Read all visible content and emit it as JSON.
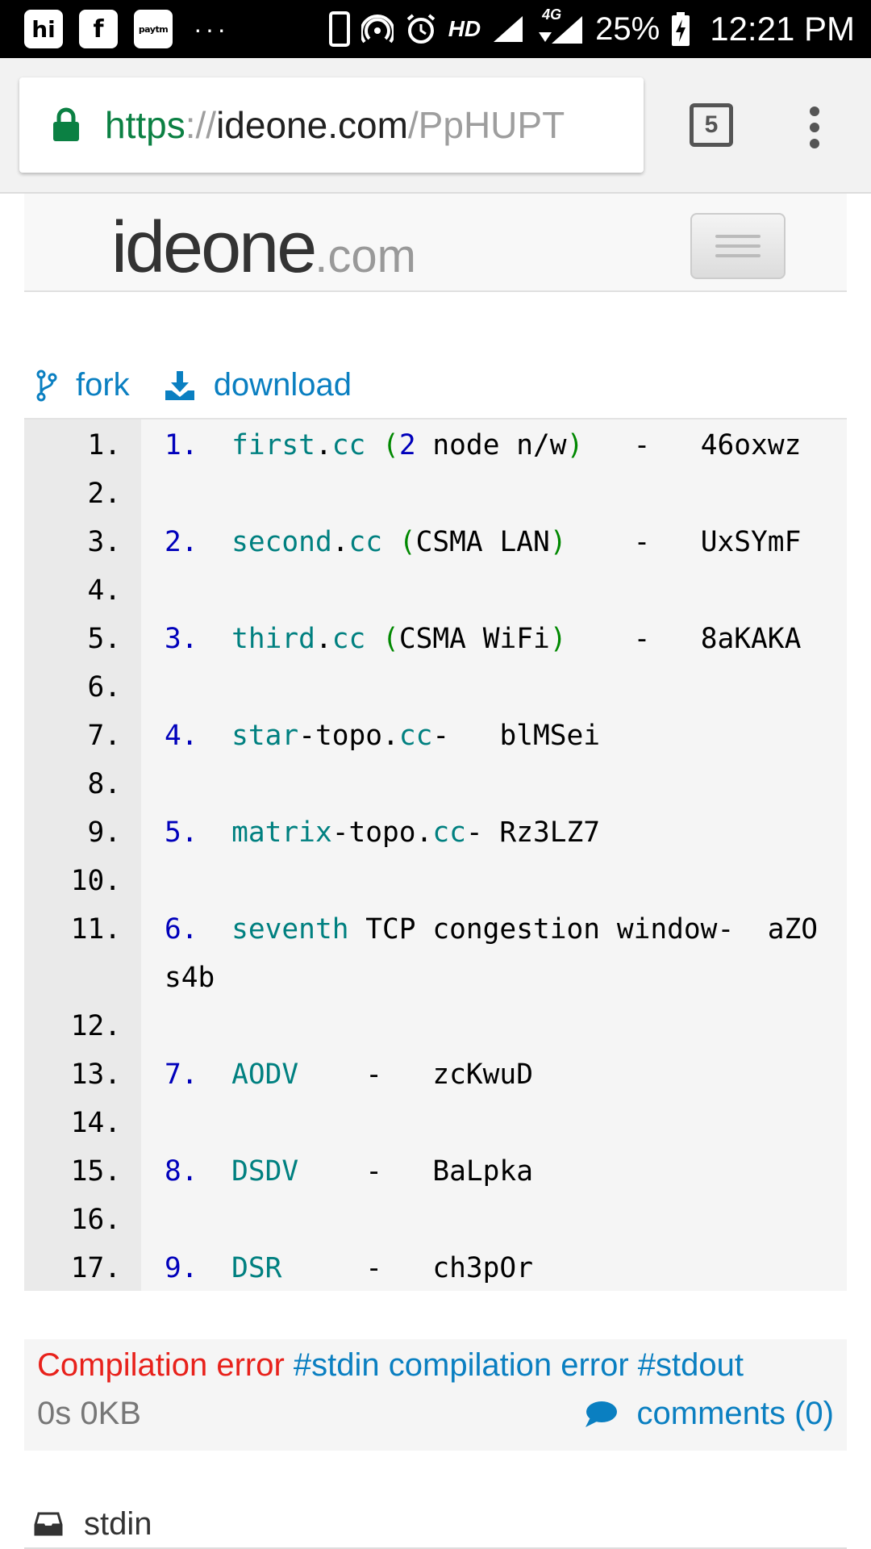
{
  "status_bar": {
    "apps": [
      {
        "icon": "hike-app-icon",
        "glyph": "hi"
      },
      {
        "icon": "flipkart-app-icon",
        "glyph": "f"
      },
      {
        "icon": "paytm-app-icon",
        "glyph": "paytm"
      }
    ],
    "more": "···",
    "network": "HD",
    "signal_label": "4G",
    "battery": "25%",
    "time": "12:21 PM"
  },
  "browser": {
    "url_scheme": "https",
    "url_sep": "://",
    "url_host": "ideone.com",
    "url_path": "/PpHUPT",
    "tab_count": "5"
  },
  "site": {
    "logo_main": "ideone",
    "logo_tld": ".com"
  },
  "actions": {
    "fork": "fork",
    "download": "download"
  },
  "code": {
    "lines": [
      {
        "ln": "1.",
        "tokens": [
          {
            "t": "1.",
            "c": "num"
          },
          {
            "t": "  ",
            "c": "plain"
          },
          {
            "t": "first",
            "c": "id"
          },
          {
            "t": ".",
            "c": "plain"
          },
          {
            "t": "cc",
            "c": "id"
          },
          {
            "t": " ",
            "c": "plain"
          },
          {
            "t": "(",
            "c": "paren"
          },
          {
            "t": "2",
            "c": "num"
          },
          {
            "t": " node n/w",
            "c": "plain"
          },
          {
            "t": ")",
            "c": "paren"
          },
          {
            "t": "   -   46oxwz",
            "c": "plain"
          }
        ]
      },
      {
        "ln": "2.",
        "tokens": []
      },
      {
        "ln": "3.",
        "tokens": [
          {
            "t": "2.",
            "c": "num"
          },
          {
            "t": "  ",
            "c": "plain"
          },
          {
            "t": "second",
            "c": "id"
          },
          {
            "t": ".",
            "c": "plain"
          },
          {
            "t": "cc",
            "c": "id"
          },
          {
            "t": " ",
            "c": "plain"
          },
          {
            "t": "(",
            "c": "paren"
          },
          {
            "t": "CSMA LAN",
            "c": "plain"
          },
          {
            "t": ")",
            "c": "paren"
          },
          {
            "t": "    -   UxSYmF",
            "c": "plain"
          }
        ]
      },
      {
        "ln": "4.",
        "tokens": []
      },
      {
        "ln": "5.",
        "tokens": [
          {
            "t": "3.",
            "c": "num"
          },
          {
            "t": "  ",
            "c": "plain"
          },
          {
            "t": "third",
            "c": "id"
          },
          {
            "t": ".",
            "c": "plain"
          },
          {
            "t": "cc",
            "c": "id"
          },
          {
            "t": " ",
            "c": "plain"
          },
          {
            "t": "(",
            "c": "paren"
          },
          {
            "t": "CSMA WiFi",
            "c": "plain"
          },
          {
            "t": ")",
            "c": "paren"
          },
          {
            "t": "    -   8aKAKA",
            "c": "plain"
          }
        ]
      },
      {
        "ln": "6.",
        "tokens": []
      },
      {
        "ln": "7.",
        "tokens": [
          {
            "t": "4.",
            "c": "num"
          },
          {
            "t": "  ",
            "c": "plain"
          },
          {
            "t": "star",
            "c": "id"
          },
          {
            "t": "-topo.",
            "c": "plain"
          },
          {
            "t": "cc",
            "c": "id"
          },
          {
            "t": "-   blMSei",
            "c": "plain"
          }
        ]
      },
      {
        "ln": "8.",
        "tokens": []
      },
      {
        "ln": "9.",
        "tokens": [
          {
            "t": "5.",
            "c": "num"
          },
          {
            "t": "  ",
            "c": "plain"
          },
          {
            "t": "matrix",
            "c": "id"
          },
          {
            "t": "-topo.",
            "c": "plain"
          },
          {
            "t": "cc",
            "c": "id"
          },
          {
            "t": "- Rz3LZ7",
            "c": "plain"
          }
        ]
      },
      {
        "ln": "10.",
        "tokens": []
      },
      {
        "ln": "11.",
        "wrap": true,
        "tokens": [
          {
            "t": "6.",
            "c": "num"
          },
          {
            "t": "  ",
            "c": "plain"
          },
          {
            "t": "seventh",
            "c": "id"
          },
          {
            "t": " TCP congestion window-  aZO s4b",
            "c": "plain"
          }
        ]
      },
      {
        "ln": "12.",
        "tokens": []
      },
      {
        "ln": "13.",
        "tokens": [
          {
            "t": "7.",
            "c": "num"
          },
          {
            "t": "  ",
            "c": "plain"
          },
          {
            "t": "AODV",
            "c": "id"
          },
          {
            "t": "    -   zcKwuD",
            "c": "plain"
          }
        ]
      },
      {
        "ln": "14.",
        "tokens": []
      },
      {
        "ln": "15.",
        "tokens": [
          {
            "t": "8.",
            "c": "num"
          },
          {
            "t": "  ",
            "c": "plain"
          },
          {
            "t": "DSDV",
            "c": "id"
          },
          {
            "t": "    -   BaLpka",
            "c": "plain"
          }
        ]
      },
      {
        "ln": "16.",
        "tokens": []
      },
      {
        "ln": "17.",
        "tokens": [
          {
            "t": "9.",
            "c": "num"
          },
          {
            "t": "  ",
            "c": "plain"
          },
          {
            "t": "DSR",
            "c": "id"
          },
          {
            "t": "     -   ch3pOr",
            "c": "plain"
          }
        ]
      }
    ]
  },
  "result": {
    "status": "Compilation error",
    "tags": "#stdin compilation error #stdout",
    "stats": "0s 0KB",
    "comments": "comments (0)"
  },
  "stdin": {
    "label": "stdin"
  },
  "colors": {
    "link": "#0a7fc1",
    "error": "#e8211b",
    "secure_green": "#0b8043"
  }
}
